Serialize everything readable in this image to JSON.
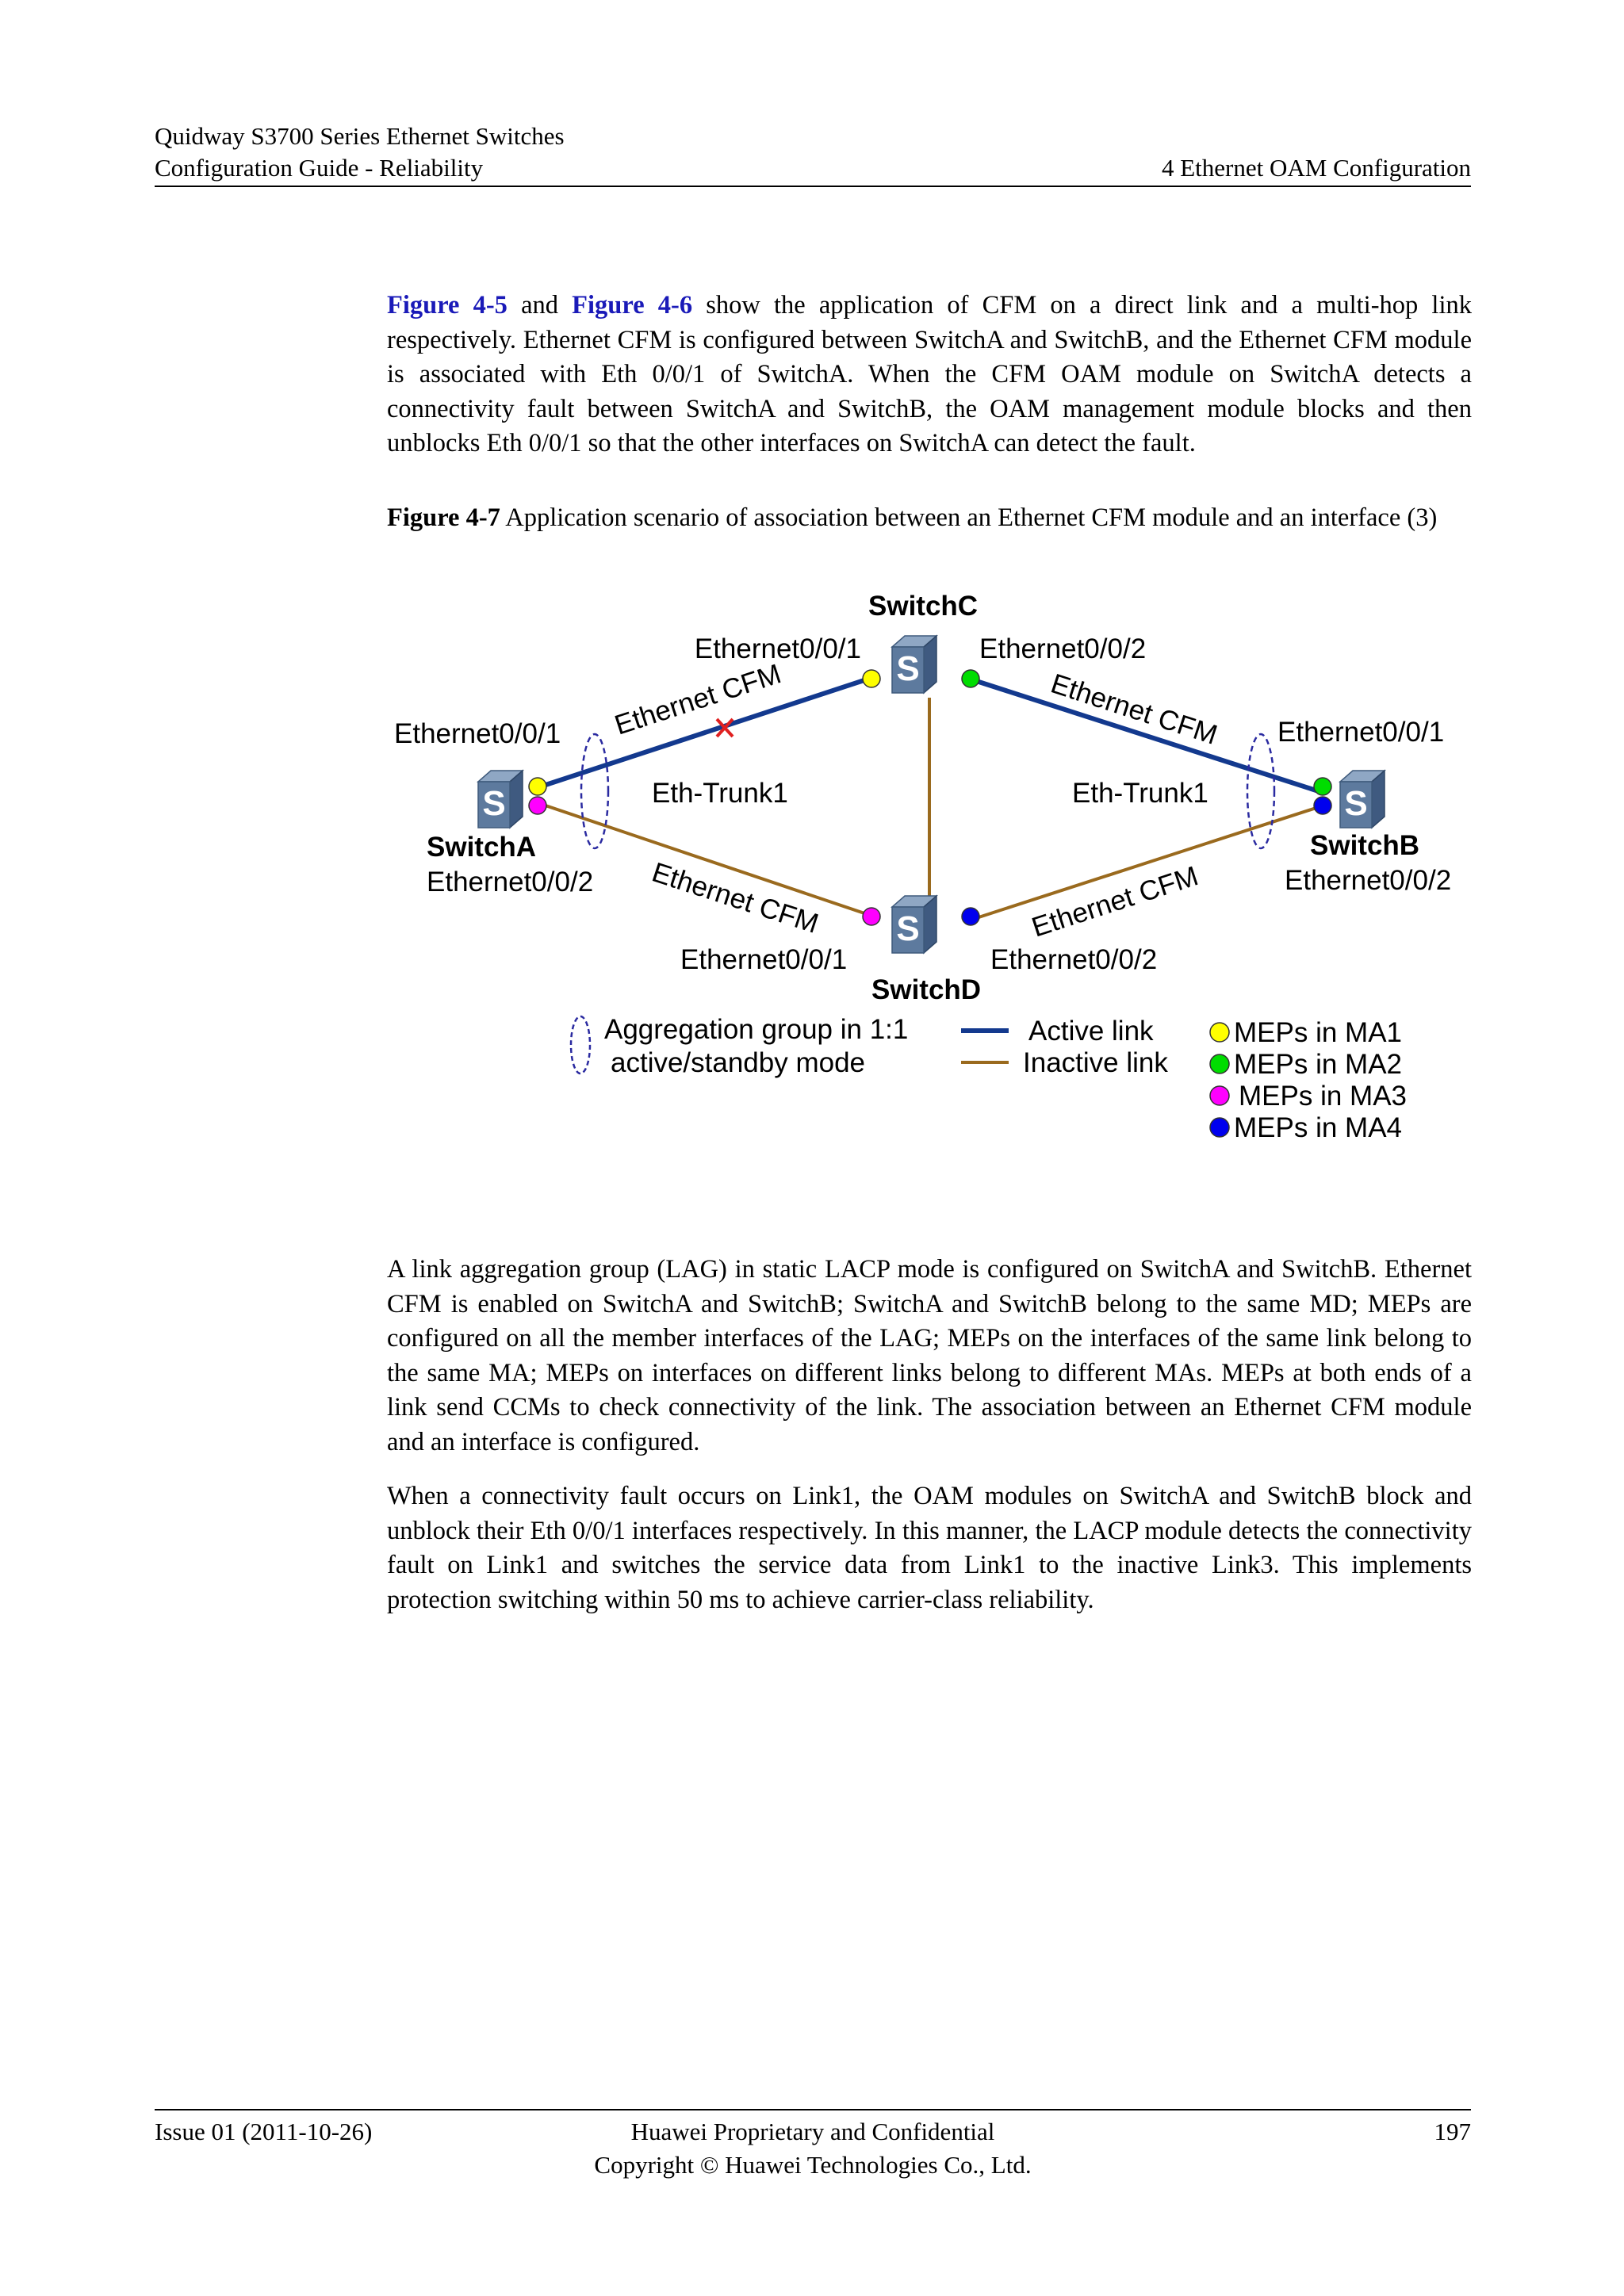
{
  "header": {
    "line1": "Quidway S3700 Series Ethernet Switches",
    "line2": "Configuration Guide - Reliability",
    "section": "4 Ethernet OAM Configuration"
  },
  "intro": {
    "link1": "Figure 4-5",
    "and": " and ",
    "link2": "Figure 4-6",
    "text": " show the application of CFM on a direct link and a multi-hop link respectively. Ethernet CFM is configured between SwitchA and SwitchB, and the Ethernet CFM module is associated with Eth 0/0/1 of SwitchA. When the CFM OAM module on SwitchA detects a connectivity fault between SwitchA and SwitchB, the OAM management module blocks and then unblocks Eth 0/0/1 so that the other interfaces on SwitchA can detect the fault."
  },
  "caption": {
    "label": "Figure 4-7",
    "text": " Application scenario of association between an Ethernet CFM module and an interface (3)"
  },
  "figure": {
    "switches": {
      "a": "SwitchA",
      "b": "SwitchB",
      "c": "SwitchC",
      "d": "SwitchD"
    },
    "switch_icon": "S",
    "ports": {
      "a1": "Ethernet0/0/1",
      "a2": "Ethernet0/0/2",
      "b1": "Ethernet0/0/1",
      "b2": "Ethernet0/0/2",
      "c1": "Ethernet0/0/1",
      "c2": "Ethernet0/0/2",
      "d1": "Ethernet0/0/1",
      "d2": "Ethernet0/0/2"
    },
    "cfm_label": "Ethernet CFM",
    "trunk_label": "Eth-Trunk1",
    "legend": {
      "agg_line1": "Aggregation group in 1:1",
      "agg_line2": "active/standby mode",
      "active": "Active link",
      "inactive": "Inactive link",
      "ma1": "MEPs in MA1",
      "ma2": "MEPs in MA2",
      "ma3": "MEPs in MA3",
      "ma4": "MEPs in MA4"
    },
    "colors": {
      "active_link": "#13398e",
      "inactive_link": "#9a6a1e",
      "ma1": "#ffff00",
      "ma2": "#00dd00",
      "ma3": "#ff00ff",
      "ma4": "#0000ee",
      "fault_mark": "#e02020",
      "switch_face": "#5d7a9e"
    }
  },
  "para2": "A link aggregation group (LAG) in static LACP mode is configured on SwitchA and SwitchB. Ethernet CFM is enabled on SwitchA and SwitchB; SwitchA and SwitchB belong to the same MD; MEPs are configured on all the member interfaces of the LAG; MEPs on the interfaces of the same link belong to the same MA; MEPs on interfaces on different links belong to different MAs. MEPs at both ends of a link send CCMs to check connectivity of the link. The association between an Ethernet CFM module and an interface is configured.",
  "para3": "When a connectivity fault occurs on Link1, the OAM modules on SwitchA and SwitchB block and unblock their Eth 0/0/1 interfaces respectively. In this manner, the LACP module detects the connectivity fault on Link1 and switches the service data from Link1 to the inactive Link3. This implements protection switching within 50 ms to achieve carrier-class reliability.",
  "footer": {
    "issue": "Issue 01 (2011-10-26)",
    "center_line1": "Huawei Proprietary and Confidential",
    "center_line2": "Copyright © Huawei Technologies Co., Ltd.",
    "page": "197"
  }
}
